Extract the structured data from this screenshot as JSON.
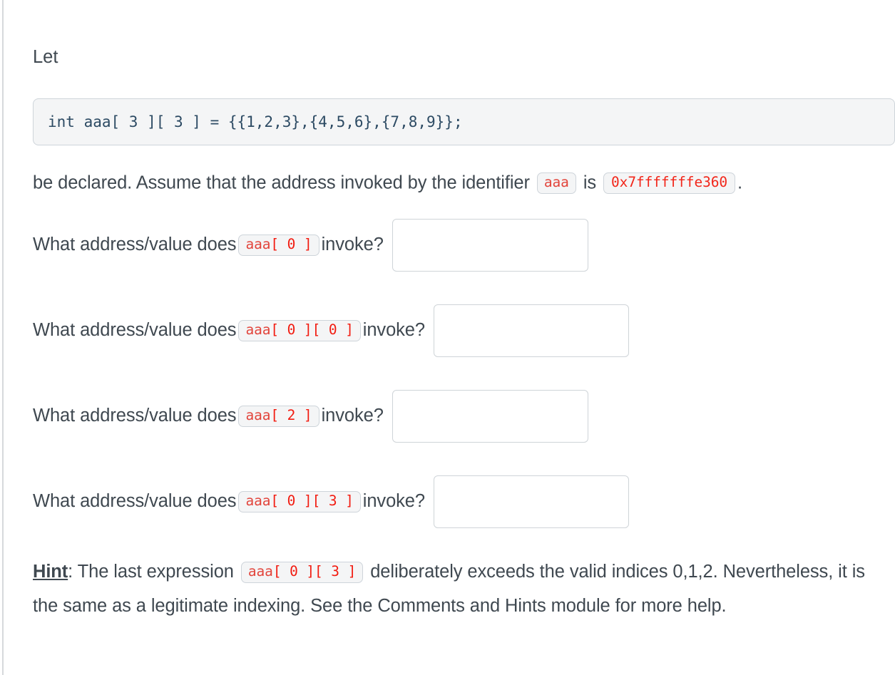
{
  "page": {
    "heading": "Let",
    "code_block": "int aaa[ 3 ][ 3 ] = {{1,2,3},{4,5,6},{7,8,9}};",
    "accent_code_color": "#e8352a",
    "code_block_text_color": "#2c4a63",
    "body_text_color": "#3f4850"
  },
  "declaration": {
    "part1": "be declared. Assume that the address invoked by the identifier",
    "identifier": "aaa",
    "part2": "is",
    "address": "0x7fffffffe360",
    "part3": "."
  },
  "questions": [
    {
      "prefix": "What address/value does",
      "expr_ident": "aaa",
      "expr_index": "[ 0 ]",
      "suffix": "invoke?",
      "answer_value": "",
      "answer_placeholder": ""
    },
    {
      "prefix": "What address/value does",
      "expr_ident": "aaa",
      "expr_index": "[ 0 ][ 0 ]",
      "suffix": "invoke?",
      "answer_value": "",
      "answer_placeholder": ""
    },
    {
      "prefix": "What address/value does",
      "expr_ident": "aaa",
      "expr_index": "[ 2 ]",
      "suffix": "invoke?",
      "answer_value": "",
      "answer_placeholder": ""
    },
    {
      "prefix": "What address/value does",
      "expr_ident": "aaa",
      "expr_index": "[ 0 ][ 3 ]",
      "suffix": "invoke?",
      "answer_value": "",
      "answer_placeholder": ""
    }
  ],
  "hint": {
    "label": "Hint",
    "part1": ": The last expression",
    "expr_ident": "aaa",
    "expr_index": "[ 0 ][ 3 ]",
    "part2": "deliberately exceeds the valid indices 0,1,2. Nevertheless, it is the same as a legitimate indexing. See the Comments and Hints module for more help."
  }
}
